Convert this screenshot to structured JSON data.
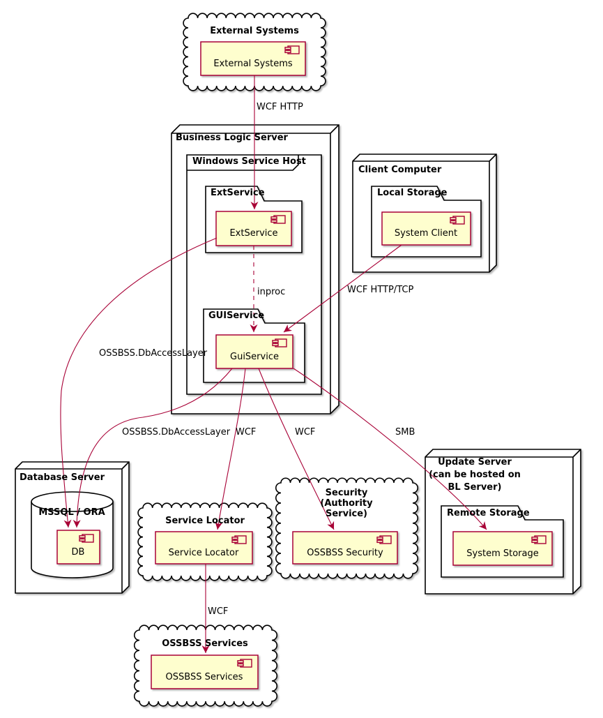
{
  "diagram": {
    "clouds": {
      "external_systems": {
        "title": "External Systems",
        "component": "External Systems"
      },
      "service_locator": {
        "title": "Service Locator",
        "component": "Service Locator"
      },
      "security": {
        "title_line1": "Security",
        "title_line2": "(Authority",
        "title_line3": "Service)",
        "component": "OSSBSS Security"
      },
      "ossbss_services": {
        "title": "OSSBSS Services",
        "component": "OSSBSS Services"
      }
    },
    "nodes": {
      "business_logic_server": {
        "title": "Business Logic Server"
      },
      "client_computer": {
        "title": "Client Computer"
      },
      "database_server": {
        "title": "Database Server"
      },
      "update_server": {
        "title_line1": "Update Server",
        "title_line2": "(can be hosted on",
        "title_line3": "BL Server)"
      }
    },
    "frames": {
      "windows_service_host": {
        "title": "Windows Service Host"
      }
    },
    "folders": {
      "extservice": {
        "title": "ExtService",
        "component": "ExtService"
      },
      "guiservice": {
        "title": "GUIService",
        "component": "GuiService"
      },
      "local_storage": {
        "title": "Local Storage",
        "component": "System Client"
      },
      "remote_storage": {
        "title": "Remote Storage",
        "component": "System Storage"
      }
    },
    "database": {
      "title": "MSSQL / ORA",
      "component": "DB"
    },
    "edge_labels": {
      "wcf_http": "WCF HTTP",
      "inproc": "inproc",
      "wcf_http_tcp": "WCF HTTP/TCP",
      "dbaccess_from_extservice": "OSSBSS.DbAccessLayer",
      "dbaccess_from_guiservice": "OSSBSS.DbAccessLayer",
      "wcf_to_service_locator": "WCF",
      "wcf_to_security": "WCF",
      "smb_to_storage": "SMB",
      "wcf_to_ossbss_services": "WCF"
    },
    "colors": {
      "component_fill": "#FEFECE",
      "accent": "#A80036",
      "shape_border": "#000000",
      "background": "#FFFFFF"
    }
  }
}
